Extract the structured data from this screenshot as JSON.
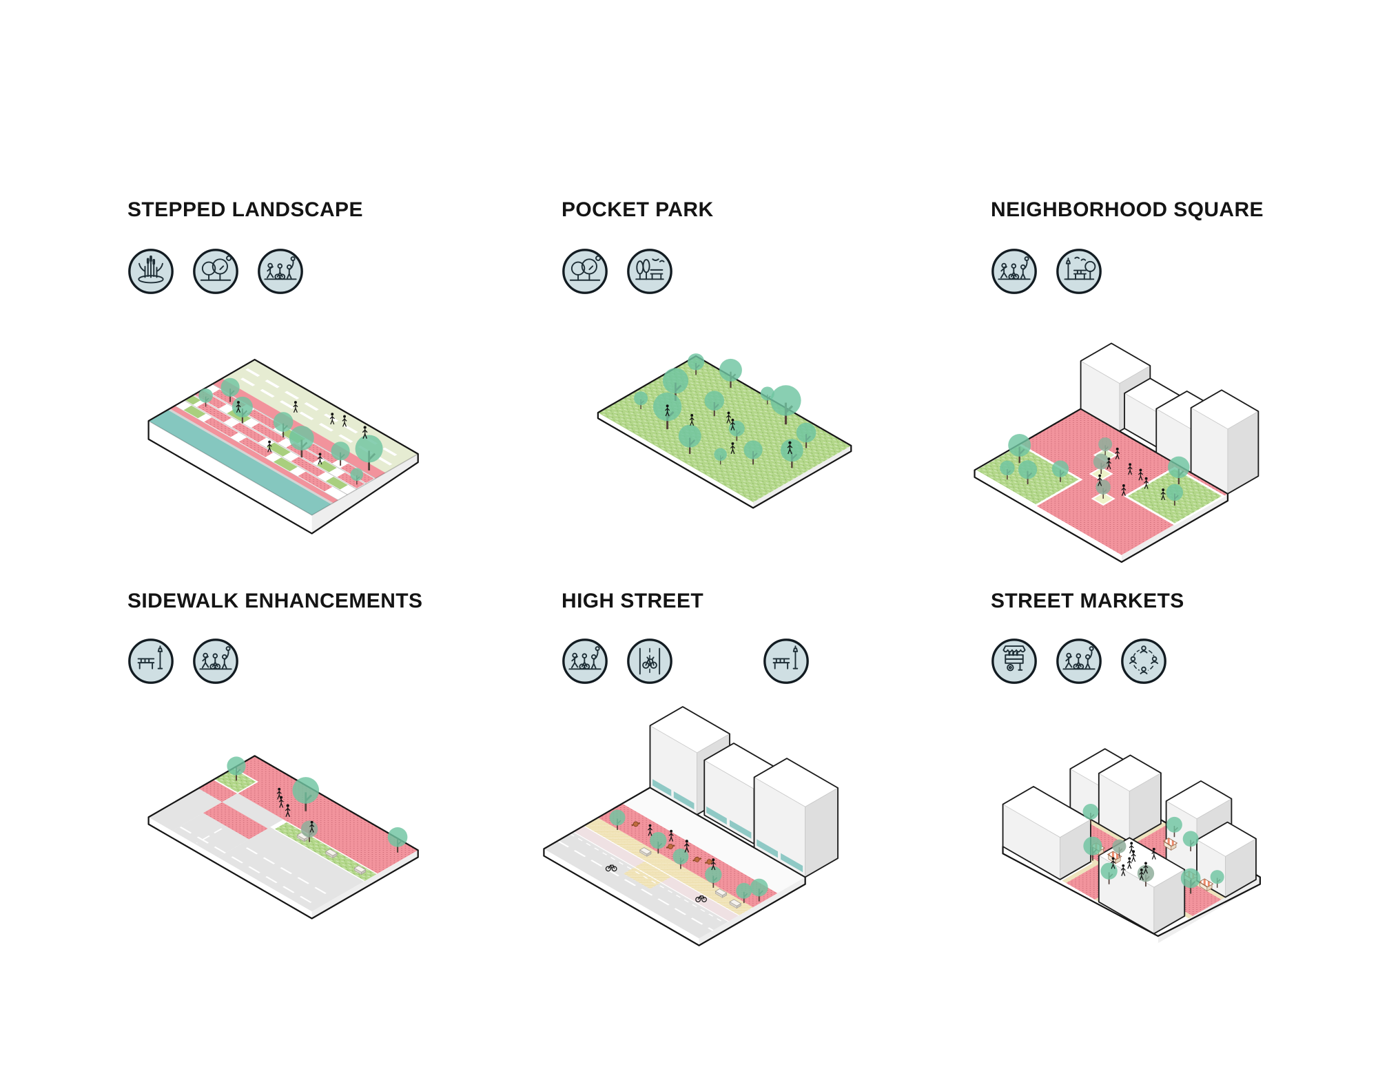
{
  "page": {
    "background": "#ffffff",
    "description": "Urban design typology diagram sheet, 2 rows x 3 columns of cards, each with title, round icons and isometric illustration"
  },
  "palette": {
    "title_text": "#141414",
    "icon_fill": "#cfdfe3",
    "icon_stroke": "#1d2d35",
    "outline": "#161616",
    "pink": "#f2949d",
    "pink_dot": "#c76470",
    "grass": "#b3d78a",
    "lawn": "#e6ecd2",
    "water": "#85c7bf",
    "tree_teal": "#6fc5a1",
    "tree_sage": "#8fae9b",
    "tan": "#eedfad",
    "awning_teal": "#8fc9c5",
    "road": "#e3e3e3",
    "bike_lane": "#efe1e3",
    "building_top": "#ffffff",
    "building_front": "#f2f2f2",
    "building_side": "#dedede"
  },
  "cards": [
    {
      "title": "STEPPED LANDSCAPE",
      "icons": [
        "wetland-planting-icon",
        "trees-icon",
        "active-recreation-icon"
      ],
      "illustration": "stepped-landscape"
    },
    {
      "title": "POCKET PARK",
      "icons": [
        "trees-icon",
        "park-bench-icon"
      ],
      "illustration": "pocket-park"
    },
    {
      "title": "NEIGHBORHOOD SQUARE",
      "icons": [
        "active-recreation-icon",
        "park-amenities-icon"
      ],
      "illustration": "neighborhood-square"
    },
    {
      "title": "SIDEWALK ENHANCEMENTS",
      "icons": [
        "bench-lamppost-icon",
        "active-recreation-icon"
      ],
      "illustration": "sidewalk-enhancements"
    },
    {
      "title": "HIGH STREET",
      "icons": [
        "active-recreation-icon",
        "bike-lane-icon",
        "bench-lamppost-icon"
      ],
      "illustration": "high-street"
    },
    {
      "title": "STREET MARKETS",
      "icons": [
        "market-cart-icon",
        "active-recreation-icon",
        "community-icon"
      ],
      "illustration": "street-markets"
    }
  ]
}
